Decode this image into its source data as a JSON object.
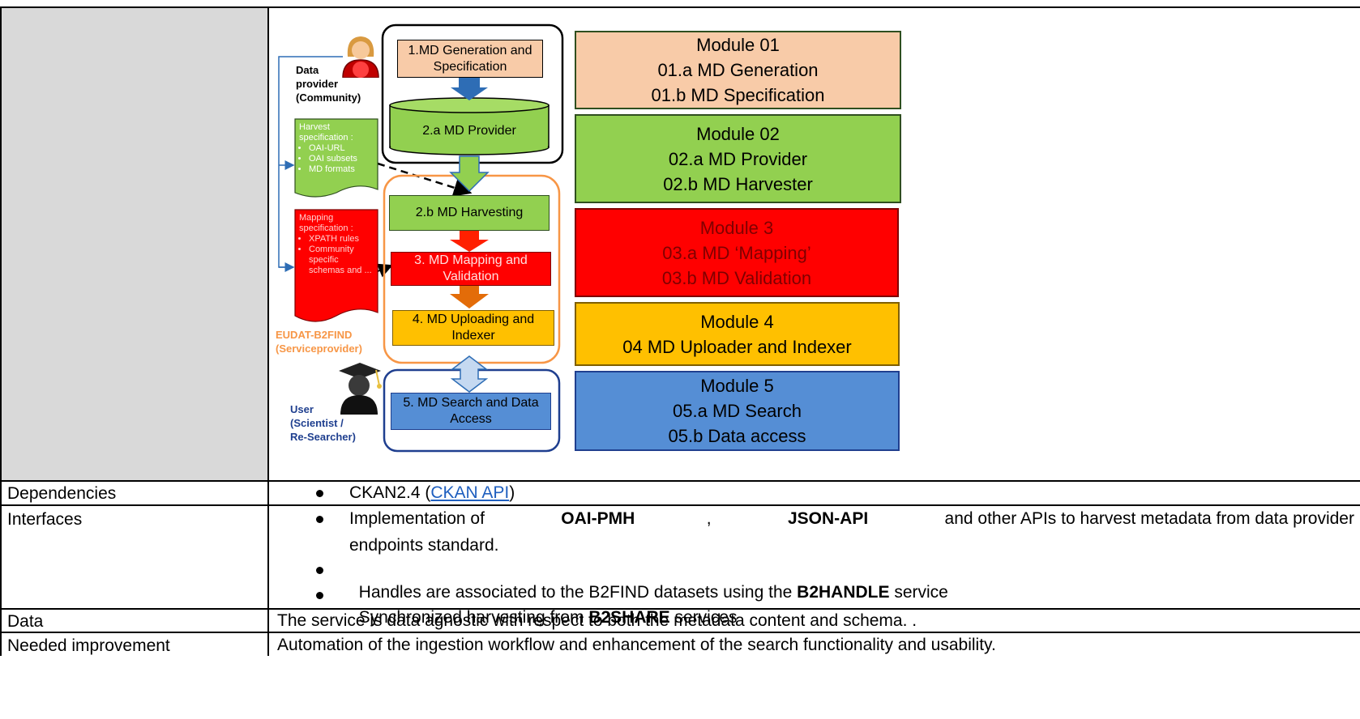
{
  "diagram": {
    "actors": {
      "provider": [
        "Data",
        "provider",
        "(Community)"
      ],
      "service": [
        "EUDAT-B2FIND",
        "(Serviceprovider)"
      ],
      "user": [
        "User",
        "(Scientist /",
        "Re-Searcher)"
      ]
    },
    "notes": {
      "harvest": {
        "title": "Harvest specification :",
        "items": [
          "OAI-URL",
          "OAI subsets",
          "MD formats"
        ]
      },
      "mapping": {
        "title": "Mapping specification :",
        "items": [
          "XPATH rules",
          "Community specific schemas and ..."
        ]
      }
    },
    "steps": {
      "s1": "1.MD Generation and Specification",
      "s2a": "2.a MD Provider",
      "s2b": "2.b MD Harvesting",
      "s3": "3. MD Mapping and Validation",
      "s4": "4. MD Uploading and Indexer",
      "s5": "5. MD Search and Data Access"
    },
    "modules": [
      {
        "lines": [
          "Module 01",
          "01.a MD Generation",
          "01.b MD Specification"
        ],
        "color": "#f8cba8",
        "text_color": "#000000"
      },
      {
        "lines": [
          "Module 02",
          "02.a MD Provider",
          "02.b MD Harvester"
        ],
        "color": "#92d050",
        "text_color": "#000000"
      },
      {
        "lines": [
          "Module 3",
          "03.a MD ‘Mapping’",
          "03.b MD Validation"
        ],
        "color": "#ff0000",
        "text_color": "#7f0000"
      },
      {
        "lines": [
          "Module 4",
          "04 MD Uploader and Indexer"
        ],
        "color": "#ffc000",
        "text_color": "#000000"
      },
      {
        "lines": [
          "Module 5",
          "05.a MD Search",
          "05.b Data access"
        ],
        "color": "#558ed5",
        "text_color": "#000000"
      }
    ],
    "colors": {
      "orange": "#f8cba8",
      "green": "#92d050",
      "red": "#ff0000",
      "yellow": "#ffc000",
      "blue": "#558ed5",
      "service_orange": "#f79646",
      "user_blue": "#1f3f8f"
    }
  },
  "table": {
    "rows": [
      {
        "label": "Dependencies",
        "bullets": [
          {
            "parts": [
              {
                "t": "CKAN2.4  ("
              },
              {
                "t": "CKAN API",
                "link": true
              },
              {
                "t": ")"
              }
            ]
          }
        ]
      },
      {
        "label": "Interfaces",
        "bullets": [
          {
            "parts": [
              {
                "t": "Implementation of "
              },
              {
                "t": "OAI-PMH",
                "b": true
              },
              {
                "t": ", "
              },
              {
                "t": "JSON-API",
                "b": true
              },
              {
                "t": " and other APIs to harvest metadata from data provider"
              }
            ],
            "cont": "endpoints standard."
          },
          {
            "parts": [
              {
                "t": "Handles are associated to the B2FIND datasets using the "
              },
              {
                "t": "B2HANDLE",
                "b": true
              },
              {
                "t": " service"
              }
            ]
          },
          {
            "parts": [
              {
                "t": "Synchronized harvesting from "
              },
              {
                "t": "B2SHARE",
                "b": true
              },
              {
                "t": " services"
              }
            ]
          }
        ]
      },
      {
        "label": "Data",
        "text": "The service is data agnostic with respect to both the metadata content and schema. ."
      },
      {
        "label": "Needed improvement",
        "text": "Automation of the ingestion workflow and enhancement of the search functionality and usability."
      }
    ]
  }
}
